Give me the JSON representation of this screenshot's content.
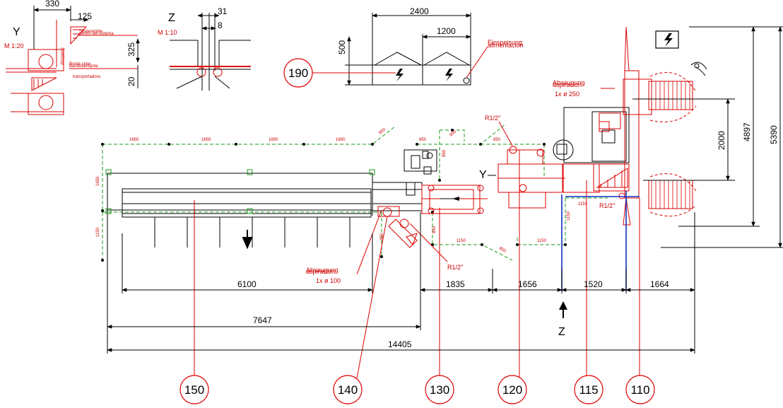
{
  "dimensions": {
    "top_width_2400": "2400",
    "top_width_1200": "1200",
    "top_height_500": "500",
    "y_detail_330": "330",
    "y_detail_125": "125",
    "y_detail_325": "325",
    "y_detail_20": "20",
    "z_detail_31": "31",
    "z_detail_8": "8",
    "right_2000": "2000",
    "right_4897": "4897",
    "right_5390": "5390",
    "bottom_6100": "6100",
    "bottom_1835": "1835",
    "bottom_1656": "1656",
    "bottom_1520": "1520",
    "bottom_1664": "1664",
    "bottom_7647": "7647",
    "bottom_14405": "14405"
  },
  "grid_labels": {
    "g1650a": "1650",
    "g1650b": "1650",
    "g1650c": "1650",
    "g850a": "850",
    "g850b": "850",
    "g850c": "850",
    "g850d": "850",
    "g1650v": "1650",
    "g1150v": "1150",
    "g850v1": "850",
    "g850v2": "850",
    "g850v3": "850",
    "g1150h1": "1150",
    "g1150h2": "1150",
    "g1150h3": "1150",
    "g850diag": "850",
    "g1150v2": "1150"
  },
  "detail_views": {
    "y_letter": "Y",
    "y_scale": "M 1:20",
    "z_letter": "Z",
    "z_scale": "M 1:10",
    "y_label_center": "centro del sistema",
    "y_label_center_overlap": "Systemmitte",
    "y_label_band": "Bandoberkante",
    "y_label_band_overlap": "Borde cinta",
    "y_label_conveyor": "transportadora",
    "y_label_side": "Abspeisg"
  },
  "annotations": {
    "r12_top": "R1/2\"",
    "r12_right": "R1/2\"",
    "r12_bottom": "R1/2\"",
    "power_supply_overlap": "Einspeisung",
    "power_supply": "alimentacion",
    "extraction_overlap_top": "Absaugung",
    "extraction_top": "aspiracion",
    "extraction_top_spec": "1x ø 250",
    "extraction_bottom_overlap": "Absaugung",
    "extraction_bottom": "aspiracion",
    "extraction_bottom_spec": "1x ø 100",
    "view_y_marker": "Y",
    "view_z_marker": "Z"
  },
  "balloons": {
    "b190": "190",
    "b150": "150",
    "b140": "140",
    "b130": "130",
    "b120": "120",
    "b115": "115",
    "b110": "110"
  },
  "icons": {
    "electrical_hazard": "lightning-bolt-icon"
  },
  "colors": {
    "dimension": "#000000",
    "equipment": "#d00000",
    "grid": "#1a9a1a",
    "axis": "#1030c0"
  }
}
